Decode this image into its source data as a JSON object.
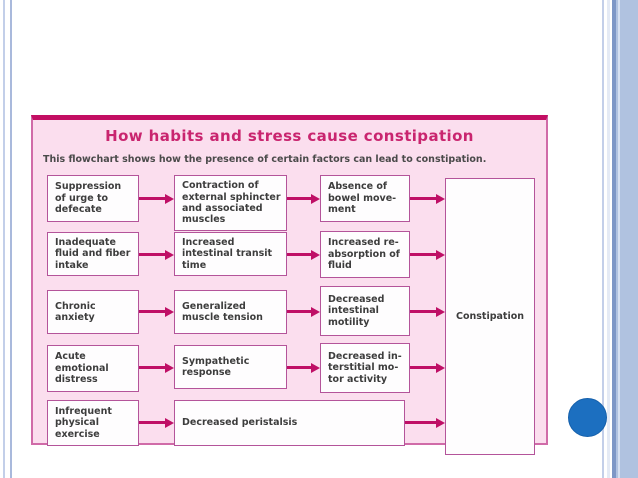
{
  "slide": {
    "colors": {
      "stripe_light": "#c3cfe9",
      "stripe_mid": "#a9b9dc",
      "stripe_dark": "#7e97c6",
      "stripe_band": "#b0c2e0",
      "circle": "#1c6fc0"
    }
  },
  "chart": {
    "title": "How habits and stress cause constipation",
    "subtitle": "This flowchart shows how the presence of certain factors can lead to constipation.",
    "colors": {
      "title_color": "#c9256f",
      "accent_bar": "#c30e63",
      "chart_bg": "#fbdeee",
      "chart_border": "#d06ba8",
      "box_border": "#b4549a",
      "box_bg": "#fefdfe",
      "text": "#3d3d3d",
      "arrow": "#bf0f66"
    },
    "rows": [
      {
        "cause": "Suppression\nof urge to\ndefecate",
        "mechanism": "Contraction of\nexternal sphincter\nand associated\nmuscles",
        "effect": "Absence of\nbowel move-\nment"
      },
      {
        "cause": "Inadequate\nfluid and fiber\nintake",
        "mechanism": "Increased\nintestinal transit\ntime",
        "effect": "Increased re-\nabsorption of\nfluid"
      },
      {
        "cause": "Chronic\nanxiety",
        "mechanism": "Generalized\nmuscle tension",
        "effect": "Decreased\nintestinal\nmotility"
      },
      {
        "cause": "Acute\nemotional\ndistress",
        "mechanism": "Sympathetic\nresponse",
        "effect": "Decreased in-\nterstitial mo-\ntor activity"
      },
      {
        "cause": "Infrequent\nphysical\nexercise",
        "mechanism": "Decreased peristalsis"
      }
    ],
    "result": "Constipation"
  }
}
